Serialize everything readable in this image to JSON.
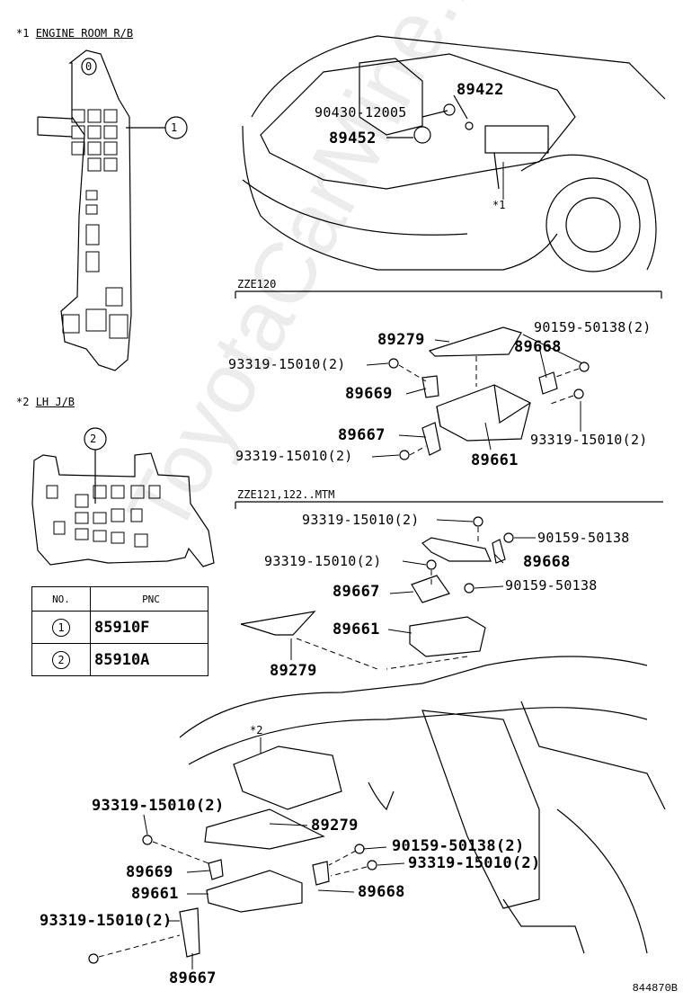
{
  "headers": {
    "engine_room": {
      "mark": "*1",
      "text": "ENGINE ROOM R/B"
    },
    "lh_jb": {
      "mark": "*2",
      "text": "LH J/B"
    },
    "zze120": "ZZE120",
    "zze121": "ZZE121,122..MTM"
  },
  "callouts": {
    "one": "1",
    "two": "2",
    "zero": "0",
    "star1": "*1",
    "star2": "*2"
  },
  "table": {
    "col_no": "NO.",
    "col_pnc": "PNC",
    "rows": [
      {
        "no": "1",
        "pnc": "85910F"
      },
      {
        "no": "2",
        "pnc": "85910A"
      }
    ]
  },
  "labels": {
    "top": {
      "p89422": "89422",
      "p90430": "90430-12005",
      "p89452": "89452"
    },
    "zze120": {
      "p89279": "89279",
      "p90159": "90159-50138(2)",
      "p89668": "89668",
      "p93319a": "93319-15010(2)",
      "p89669": "89669",
      "p89667": "89667",
      "p93319b": "93319-15010(2)",
      "p93319c": "93319-15010(2)",
      "p89661": "89661"
    },
    "zze121": {
      "p93319a": "93319-15010(2)",
      "p90159a": "90159-50138",
      "p93319b": "93319-15010(2)",
      "p89668": "89668",
      "p89667": "89667",
      "p90159b": "90159-50138",
      "p89661": "89661",
      "p89279": "89279"
    },
    "bottom": {
      "p93319a": "93319-15010(2)",
      "p89279": "89279",
      "p90159": "90159-50138(2)",
      "p89669": "89669",
      "p93319b": "93319-15010(2)",
      "p89661": "89661",
      "p89668": "89668",
      "p93319c": "93319-15010(2)",
      "p89667": "89667"
    }
  },
  "watermark": "ToyotaCarMine.ru",
  "figure_id": "844870B"
}
